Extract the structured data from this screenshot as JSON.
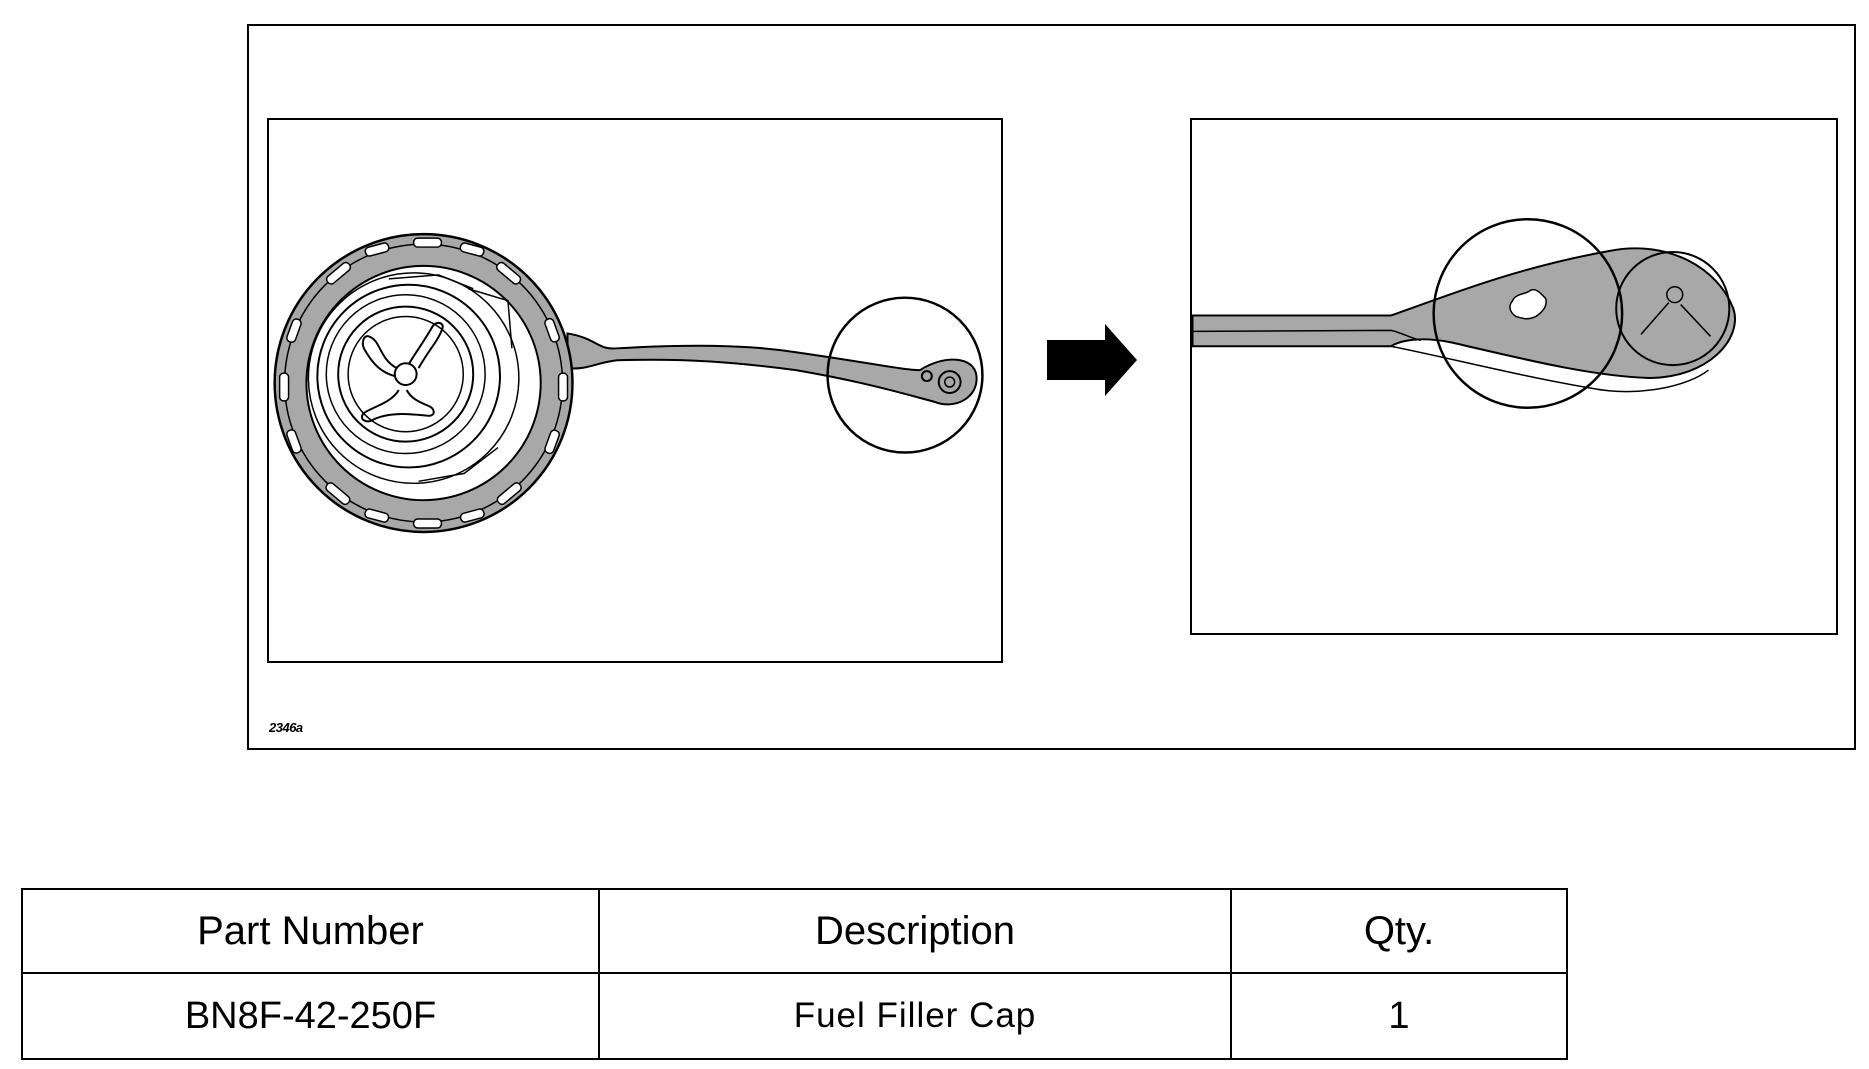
{
  "figure": {
    "code": "2346a",
    "icons": [
      "fuel-cap-overview-illustration",
      "arrow-right-icon",
      "fuel-cap-tether-detail-illustration"
    ],
    "colors": {
      "line": "#000000",
      "fill": "#a8a8a8"
    }
  },
  "parts_table": {
    "headers": {
      "part_number": "Part Number",
      "description": "Description",
      "qty": "Qty."
    },
    "rows": [
      {
        "part_number": "BN8F-42-250F",
        "description": "Fuel Filler Cap",
        "qty": "1"
      }
    ]
  }
}
